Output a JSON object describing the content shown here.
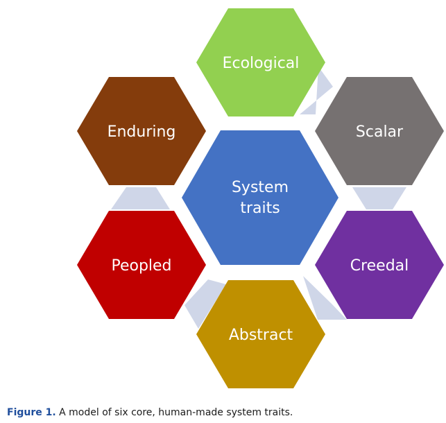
{
  "diagram": {
    "center": {
      "line1": "System",
      "line2": "traits",
      "color": "#4472C4"
    },
    "traits": [
      {
        "label": "Ecological",
        "color": "#92D050"
      },
      {
        "label": "Scalar",
        "color": "#767171"
      },
      {
        "label": "Creedal",
        "color": "#7030A0"
      },
      {
        "label": "Abstract",
        "color": "#BF9000"
      },
      {
        "label": "Peopled",
        "color": "#C00000"
      },
      {
        "label": "Enduring",
        "color": "#843C0C"
      }
    ],
    "connector_color": "#CFD6E8"
  },
  "caption": {
    "label": "Figure 1.",
    "text": " A model of six core, human-made system traits."
  }
}
